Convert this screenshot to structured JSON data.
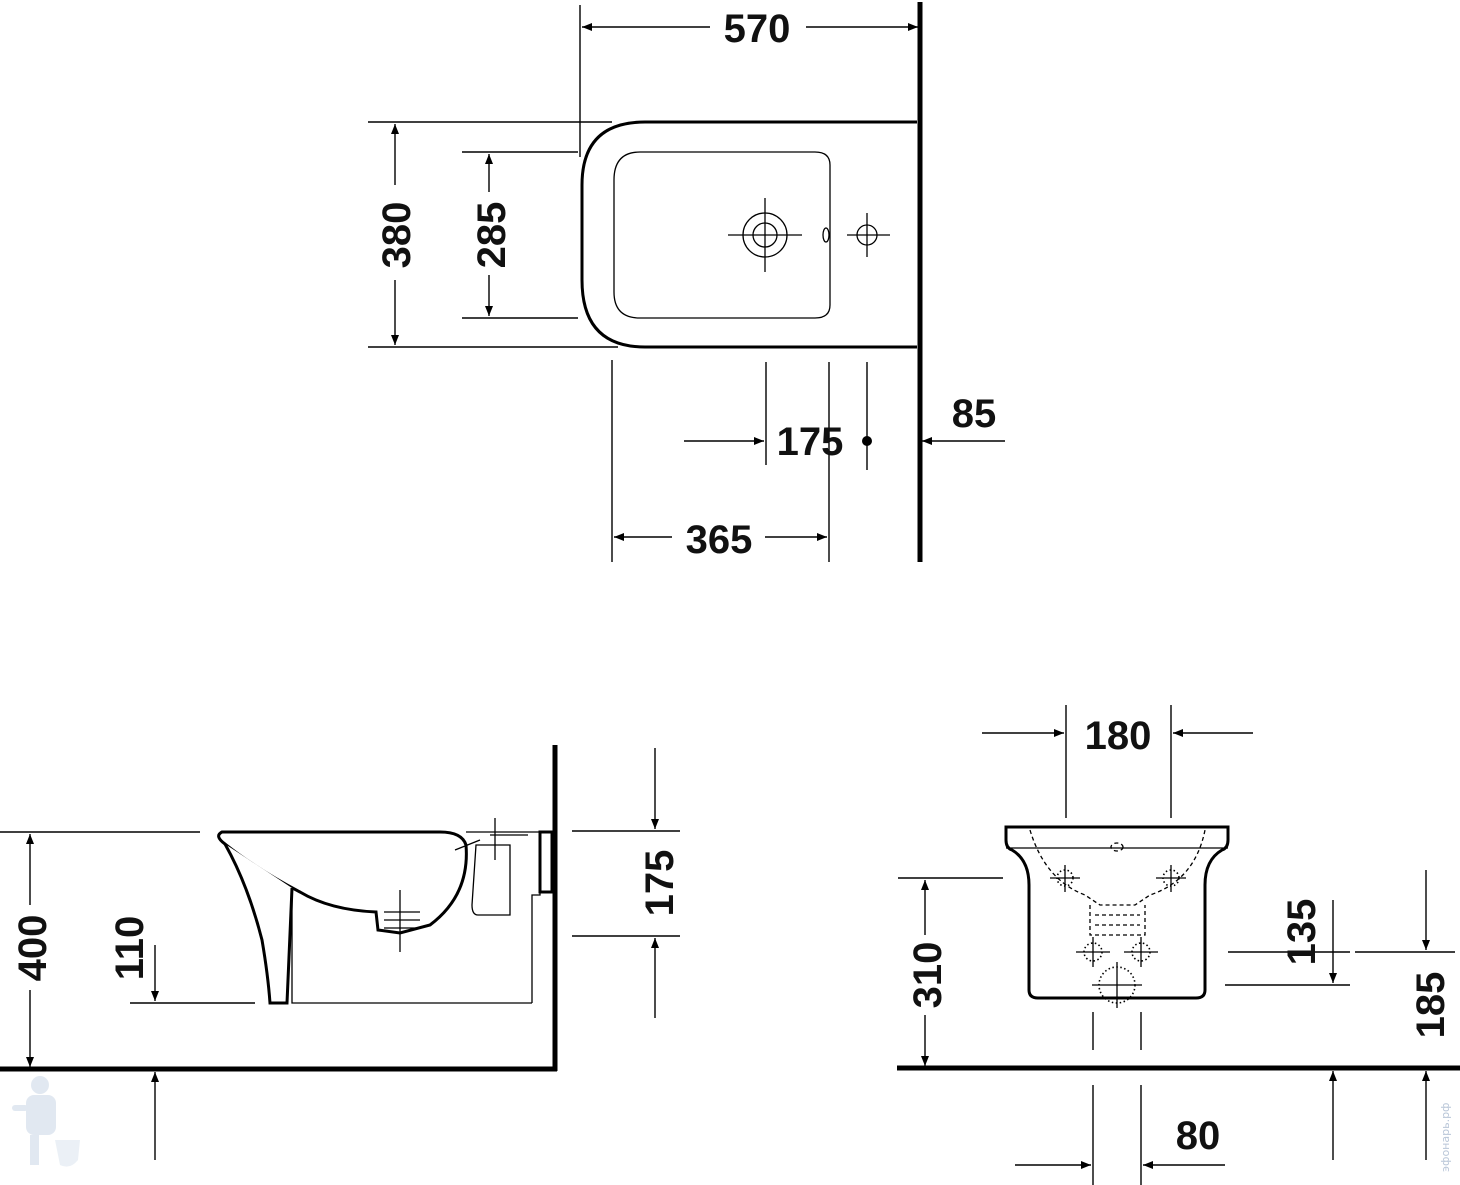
{
  "dimensions": {
    "top_width": "570",
    "top_depth": "380",
    "top_bowl_depth": "285",
    "top_wall_to_hole": "85",
    "top_hole_spacing": "175",
    "top_front_to_tap": "365",
    "side_height": "400",
    "side_outlet_height": "110",
    "side_fixing_spacing": "175",
    "front_bolt_spacing": "180",
    "front_height": "310",
    "front_bolt_from_drain": "135",
    "front_drain_height": "185",
    "front_drain_width": "80"
  },
  "watermark": "эфонарь.рф",
  "colors": {
    "line": "#000000",
    "background": "#ffffff",
    "watermark": "#b9c6d8"
  },
  "icons": {
    "watermark_logo": "plumber-with-toilet-logo"
  }
}
